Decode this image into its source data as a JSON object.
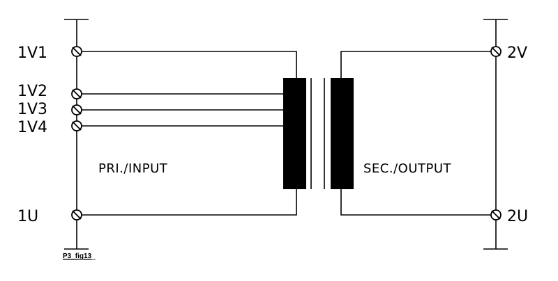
{
  "terminals": {
    "primary": [
      "1V1",
      "1V2",
      "1V3",
      "1V4",
      "1U"
    ],
    "secondary": [
      "2V",
      "2U"
    ]
  },
  "captions": {
    "primary": "PRI./INPUT",
    "secondary": "SEC./OUTPUT"
  },
  "figure_id": "P3_fig13"
}
